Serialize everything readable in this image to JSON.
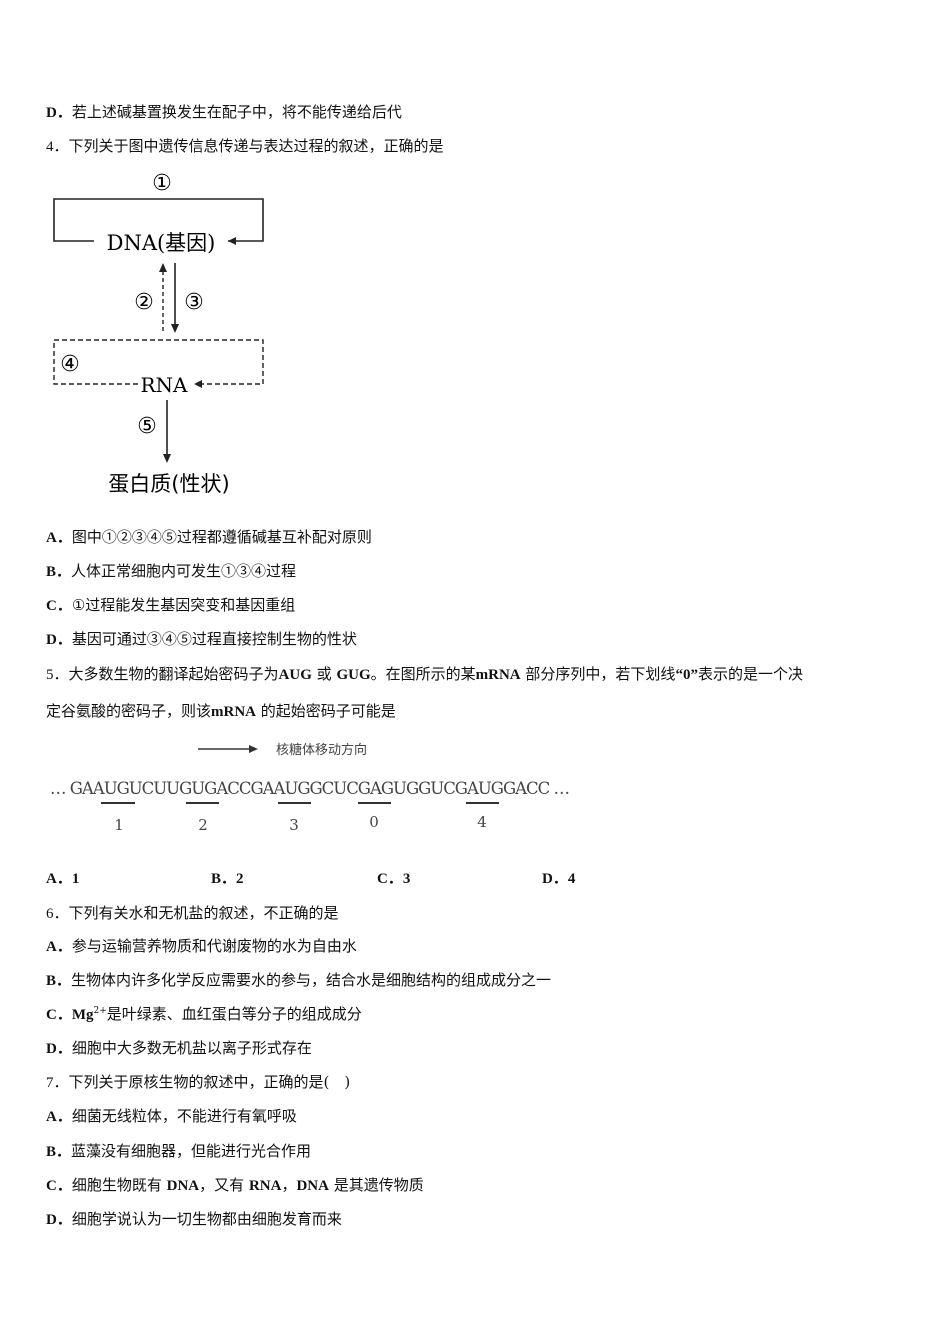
{
  "q3": {
    "option_d": {
      "label": "D．",
      "text": "若上述碱基置换发生在配子中，将不能传递给后代"
    }
  },
  "q4": {
    "number": "4．",
    "stem": "下列关于图中遗传信息传递与表达过程的叙述，正确的是",
    "diagram": {
      "dna": "DNA(基因)",
      "rna": "RNA",
      "protein": "蛋白质(性状)",
      "step1": "①",
      "step2": "②",
      "step3": "③",
      "step4": "④",
      "step5": "⑤"
    },
    "options": [
      {
        "label": "A．",
        "text": "图中①②③④⑤过程都遵循碱基互补配对原则"
      },
      {
        "label": "B．",
        "text": "人体正常细胞内可发生①③④过程"
      },
      {
        "label": "C．",
        "text": "①过程能发生基因突变和基因重组"
      },
      {
        "label": "D．",
        "text": "基因可通过③④⑤过程直接控制生物的性状"
      }
    ]
  },
  "q5": {
    "number": "5．",
    "stem_p1": "大多数生物的翻译起始密码子为",
    "codon_aug": "AUG",
    "or_word": "或",
    "codon_gug": "GUG",
    "stem_p2": "。在图所示的某",
    "mrna1": "mRNA",
    "stem_p3": "部分序列中，若下划线",
    "quoted_zero": "“0”",
    "stem_p4": "表示的是一个决",
    "stem_line2_p1": "定谷氨酸的密码子，则该",
    "mrna2": "mRNA",
    "stem_line2_p2": "的起始密码子可能是",
    "diagram": {
      "direction": "核糖体移动方向",
      "sequence": "… GAAUGUCUUGUGACCGAAUGGCUCGAGUGGUCGAUGGACC …",
      "underline_labels": [
        "1",
        "2",
        "3",
        "0",
        "4"
      ]
    },
    "options": [
      {
        "label": "A．",
        "value": "1"
      },
      {
        "label": "B．",
        "value": "2"
      },
      {
        "label": "C．",
        "value": "3"
      },
      {
        "label": "D．",
        "value": "4"
      }
    ]
  },
  "q6": {
    "number": "6．",
    "stem": "下列有关水和无机盐的叙述，不正确的是",
    "options": [
      {
        "label": "A．",
        "text": "参与运输营养物质和代谢废物的水为自由水"
      },
      {
        "label": "B．",
        "text": "生物体内许多化学反应需要水的参与，结合水是细胞结构的组成成分之一"
      },
      {
        "label": "C．",
        "ion": "Mg",
        "charge": "2+",
        "text": "是叶绿素、血红蛋白等分子的组成成分"
      },
      {
        "label": "D．",
        "text": "细胞中大多数无机盐以离子形式存在"
      }
    ]
  },
  "q7": {
    "number": "7．",
    "stem": "下列关于原核生物的叙述中，正确的是(　)",
    "options": [
      {
        "label": "A．",
        "text": "细菌无线粒体，不能进行有氧呼吸"
      },
      {
        "label": "B．",
        "text": "蓝藻没有细胞器，但能进行光合作用"
      },
      {
        "label": "C．",
        "p1": "细胞生物既有",
        "dna1": "DNA",
        "p2": "，又有",
        "rna": "RNA",
        "p3": "，",
        "dna2": "DNA",
        "p4": "是其遗传物质"
      },
      {
        "label": "D．",
        "text": "细胞学说认为一切生物都由细胞发育而来"
      }
    ]
  }
}
